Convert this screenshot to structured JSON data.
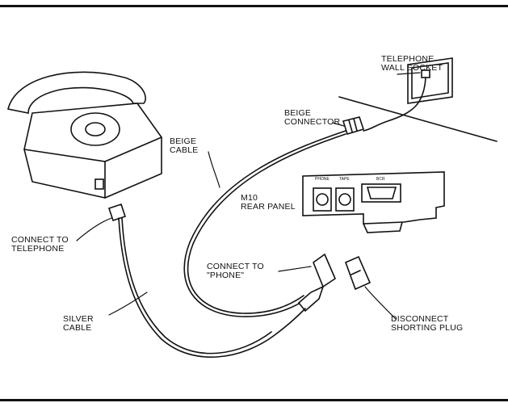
{
  "labels": {
    "wall_socket": "TELEPHONE\nWALL SOCKET",
    "beige_connector": "BEIGE\nCONNECTOR",
    "beige_cable": "BEIGE\nCABLE",
    "rear_panel": "M10\nREAR PANEL",
    "connect_telephone": "CONNECT TO\nTELEPHONE",
    "connect_phone": "CONNECT TO\n\"PHONE\"",
    "silver_cable": "SILVER\nCABLE",
    "shorting_plug": "DISCONNECT\nSHORTING PLUG"
  },
  "panel_ports": {
    "phone": "PHONE",
    "tape": "TAPE",
    "bcr": "BCR"
  }
}
